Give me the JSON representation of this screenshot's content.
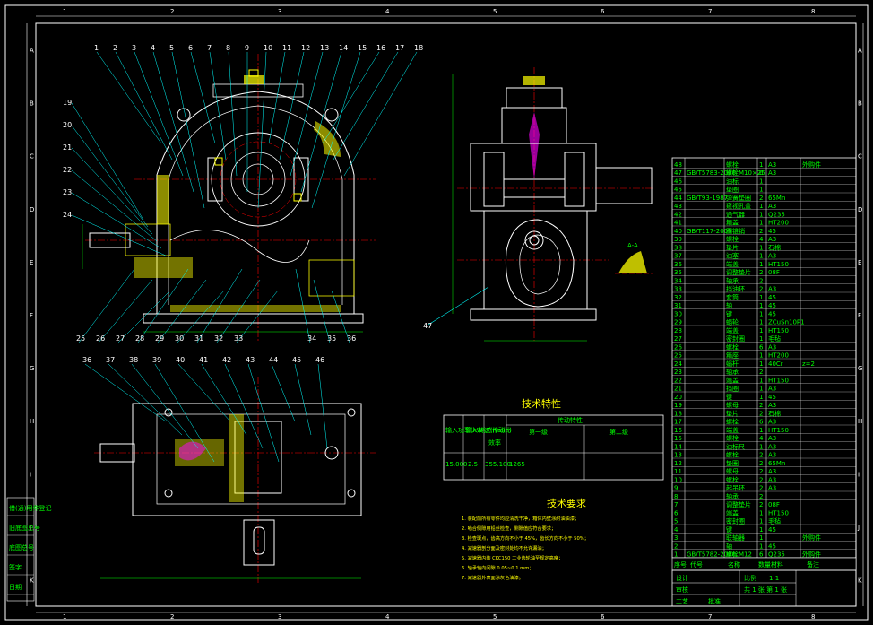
{
  "zone_columns": [
    "1",
    "2",
    "3",
    "4",
    "5",
    "6",
    "7",
    "8"
  ],
  "zone_rows": [
    "A",
    "B",
    "C",
    "D",
    "E",
    "F",
    "G",
    "H",
    "I",
    "J",
    "K"
  ],
  "balloons_top": [
    "1",
    "2",
    "3",
    "4",
    "5",
    "6",
    "7",
    "8",
    "9",
    "10",
    "11",
    "12",
    "13",
    "14",
    "15",
    "16",
    "17",
    "18"
  ],
  "balloons_left": [
    "19",
    "20",
    "21",
    "22",
    "23",
    "24"
  ],
  "balloons_bottom_front": [
    "25",
    "26",
    "27",
    "28",
    "29",
    "30",
    "31",
    "32",
    "33",
    "34",
    "35",
    "36"
  ],
  "balloons_plan": [
    "36",
    "37",
    "38",
    "39",
    "40",
    "41",
    "42",
    "43",
    "44",
    "45",
    "46"
  ],
  "balloon_side": "47",
  "section_label": "A-A",
  "spec_table": {
    "title": "技术特性",
    "col_input_power": "输入功率(kW)",
    "col_input_speed": "输入转速(r/min)",
    "col_ratio": "总传动比",
    "col_efficiency": "效率",
    "col_transmission": "传动特性",
    "col_stage1": "第一级",
    "col_stage2": "第二级",
    "row": [
      "15.000",
      "2.5",
      "355.100",
      "1265"
    ]
  },
  "tech_requirements": {
    "title": "技术要求",
    "items": [
      "1. 装配前所有零件均应清洗干净，箱体内壁涂耐油油漆；",
      "2. 啮合侧隙用铅丝检查，侧隙值应符合要求；",
      "3. 检查斑点，齿高方向不小于 45%，齿长方向不小于 50%；",
      "4. 减速器剖分面及密封处均不允许漏油；",
      "5. 减速器内装 CKC150 工业齿轮油至规定高度；",
      "6. 轴承轴向间隙 0.05~0.1 mm；",
      "7. 减速器外表面涂灰色油漆。"
    ]
  },
  "parts_list": {
    "header": [
      "序号",
      "代号",
      "名称",
      "数量",
      "材料",
      "备注"
    ],
    "rows": [
      [
        "48",
        "",
        "螺栓",
        "1",
        "A3",
        "外购件"
      ],
      [
        "47",
        "GB/T5783-2000",
        "螺栓M10×25",
        "6",
        "A3",
        ""
      ],
      [
        "46",
        "",
        "油标",
        "1",
        "",
        ""
      ],
      [
        "45",
        "",
        "垫圈",
        "1",
        "",
        ""
      ],
      [
        "44",
        "GB/T93-1987",
        "弹簧垫圈",
        "2",
        "65Mn",
        ""
      ],
      [
        "43",
        "",
        "窥视孔盖",
        "1",
        "A3",
        ""
      ],
      [
        "42",
        "",
        "通气器",
        "1",
        "Q235",
        ""
      ],
      [
        "41",
        "",
        "箱盖",
        "1",
        "HT200",
        ""
      ],
      [
        "40",
        "GB/T117-2000",
        "圆锥销",
        "2",
        "45",
        ""
      ],
      [
        "39",
        "",
        "螺栓",
        "4",
        "A3",
        ""
      ],
      [
        "38",
        "",
        "垫片",
        "1",
        "石棉",
        ""
      ],
      [
        "37",
        "",
        "油塞",
        "1",
        "A3",
        ""
      ],
      [
        "36",
        "",
        "端盖",
        "1",
        "HT150",
        ""
      ],
      [
        "35",
        "",
        "调整垫片",
        "2",
        "08F",
        ""
      ],
      [
        "34",
        "",
        "轴承",
        "2",
        "",
        ""
      ],
      [
        "33",
        "",
        "挡油环",
        "2",
        "A3",
        ""
      ],
      [
        "32",
        "",
        "套筒",
        "1",
        "45",
        ""
      ],
      [
        "31",
        "",
        "轴",
        "1",
        "45",
        ""
      ],
      [
        "30",
        "",
        "键",
        "1",
        "45",
        ""
      ],
      [
        "29",
        "",
        "蜗轮",
        "1",
        "ZCuSn10P1",
        ""
      ],
      [
        "28",
        "",
        "端盖",
        "1",
        "HT150",
        ""
      ],
      [
        "27",
        "",
        "密封圈",
        "1",
        "毛毡",
        ""
      ],
      [
        "26",
        "",
        "螺栓",
        "6",
        "A3",
        ""
      ],
      [
        "25",
        "",
        "箱座",
        "1",
        "HT200",
        ""
      ],
      [
        "24",
        "",
        "蜗杆",
        "1",
        "40Cr",
        "z=2"
      ],
      [
        "23",
        "",
        "轴承",
        "2",
        "",
        ""
      ],
      [
        "22",
        "",
        "端盖",
        "1",
        "HT150",
        ""
      ],
      [
        "21",
        "",
        "挡圈",
        "1",
        "A3",
        ""
      ],
      [
        "20",
        "",
        "键",
        "1",
        "45",
        ""
      ],
      [
        "19",
        "",
        "螺母",
        "2",
        "A3",
        ""
      ],
      [
        "18",
        "",
        "垫片",
        "2",
        "石棉",
        ""
      ],
      [
        "17",
        "",
        "螺栓",
        "6",
        "A3",
        ""
      ],
      [
        "16",
        "",
        "端盖",
        "1",
        "HT150",
        ""
      ],
      [
        "15",
        "",
        "螺栓",
        "4",
        "A3",
        ""
      ],
      [
        "14",
        "",
        "油标尺",
        "1",
        "A3",
        ""
      ],
      [
        "13",
        "",
        "螺栓",
        "2",
        "A3",
        ""
      ],
      [
        "12",
        "",
        "垫圈",
        "2",
        "65Mn",
        ""
      ],
      [
        "11",
        "",
        "螺母",
        "2",
        "A3",
        ""
      ],
      [
        "10",
        "",
        "螺栓",
        "2",
        "A3",
        ""
      ],
      [
        "9",
        "",
        "起吊环",
        "2",
        "A3",
        ""
      ],
      [
        "8",
        "",
        "轴承",
        "2",
        "",
        ""
      ],
      [
        "7",
        "",
        "调整垫片",
        "2",
        "08F",
        ""
      ],
      [
        "6",
        "",
        "端盖",
        "1",
        "HT150",
        ""
      ],
      [
        "5",
        "",
        "密封圈",
        "1",
        "毛毡",
        ""
      ],
      [
        "4",
        "",
        "键",
        "1",
        "45",
        ""
      ],
      [
        "3",
        "",
        "联轴器",
        "1",
        "",
        "外购件"
      ],
      [
        "2",
        "",
        "轴",
        "1",
        "45",
        ""
      ],
      [
        "1",
        "GB/T5782-2000",
        "螺栓M12",
        "6",
        "Q235",
        "外购件"
      ]
    ]
  },
  "title_block": {
    "label_designer": "设计",
    "label_checker": "审核",
    "label_process": "工艺",
    "label_approve": "批准",
    "label_scale": "比例",
    "scale": "1:1",
    "label_sheet": "共 1 张 第 1 张"
  },
  "left_stamp": [
    "借(通)用件登记",
    "旧底图总号",
    "底图总号",
    "签字",
    "日期"
  ],
  "colors": {
    "border": "#ffffff",
    "outline": "#ffffff",
    "leader": "#00ffff",
    "hatch": "#ffff00",
    "centerline": "#ff0000",
    "text": "#00ff00",
    "dimension": "#00ff00",
    "magenta": "#ff00ff"
  }
}
